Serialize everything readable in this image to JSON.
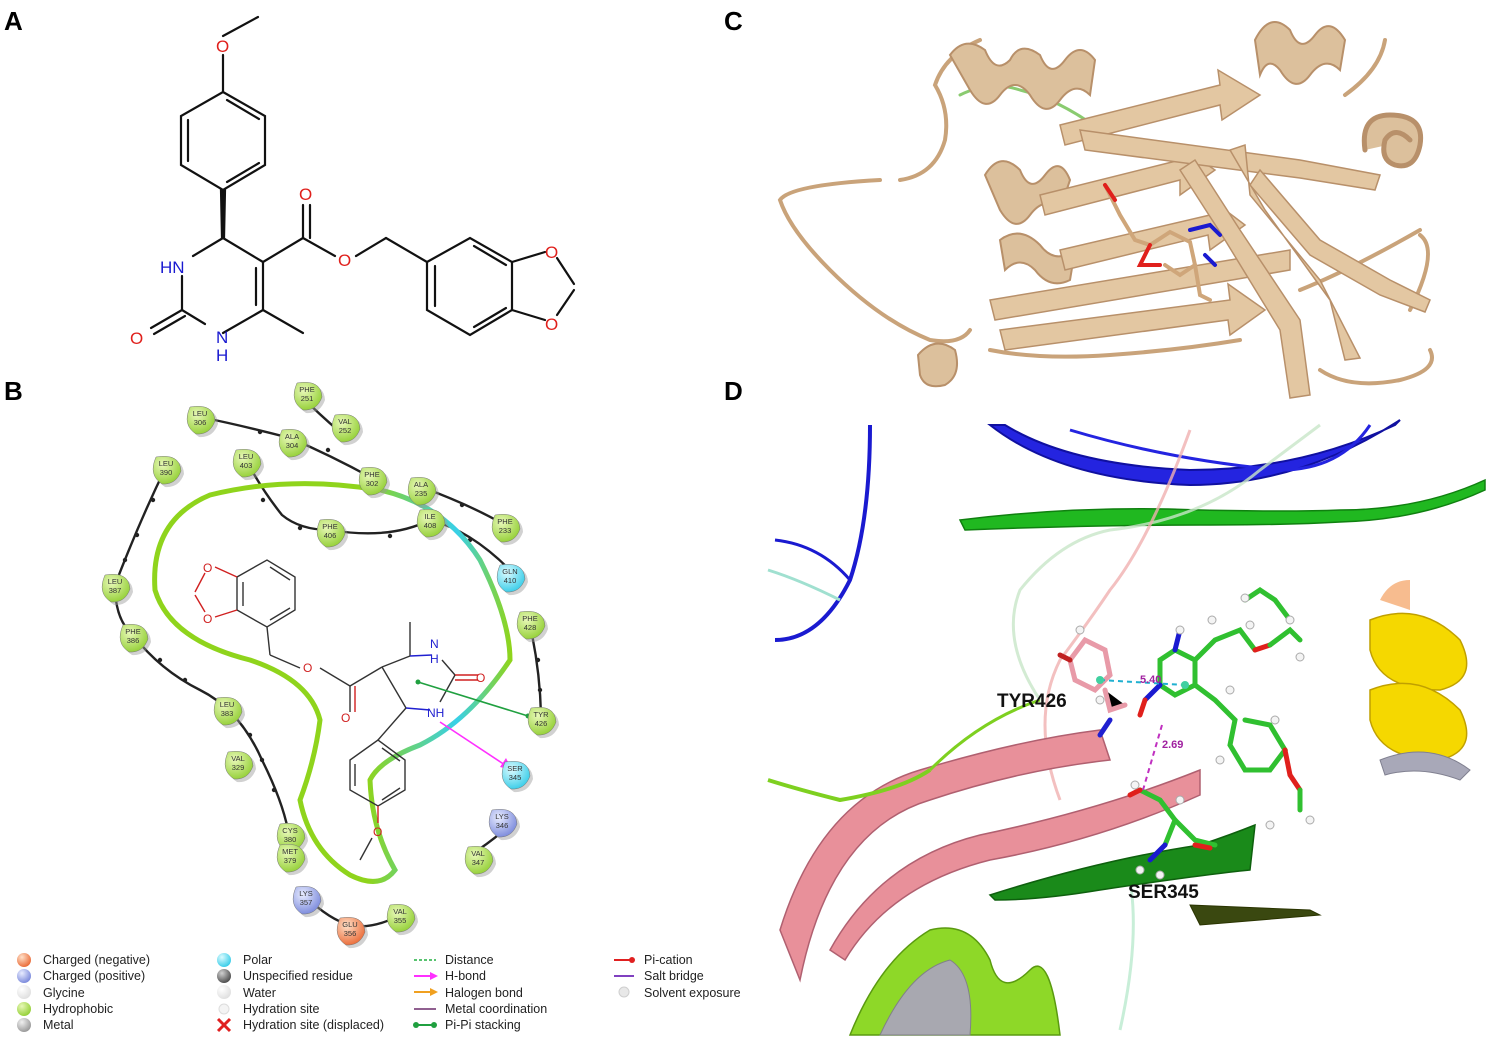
{
  "panels": {
    "a": "A",
    "b": "B",
    "c": "C",
    "d": "D"
  },
  "structure_a": {
    "atoms": {
      "methoxy_o": "O",
      "carbonyl_o": "O",
      "ester_o": "O",
      "ring_nh_top": "HN",
      "urea_o": "O",
      "ring_nh_bottom": "N",
      "ring_h_bottom": "H",
      "diox_o1": "O",
      "diox_o2": "O"
    }
  },
  "interaction_b": {
    "residues": [
      {
        "name": "PHE",
        "num": "251",
        "kind": "hydrophobic"
      },
      {
        "name": "VAL",
        "num": "252",
        "kind": "hydrophobic"
      },
      {
        "name": "LEU",
        "num": "306",
        "kind": "hydrophobic"
      },
      {
        "name": "ALA",
        "num": "304",
        "kind": "hydrophobic"
      },
      {
        "name": "LEU",
        "num": "390",
        "kind": "hydrophobic"
      },
      {
        "name": "LEU",
        "num": "403",
        "kind": "hydrophobic"
      },
      {
        "name": "PHE",
        "num": "302",
        "kind": "hydrophobic"
      },
      {
        "name": "ALA",
        "num": "235",
        "kind": "hydrophobic"
      },
      {
        "name": "PHE",
        "num": "233",
        "kind": "hydrophobic"
      },
      {
        "name": "PHE",
        "num": "406",
        "kind": "hydrophobic"
      },
      {
        "name": "ILE",
        "num": "408",
        "kind": "hydrophobic"
      },
      {
        "name": "GLN",
        "num": "410",
        "kind": "polar"
      },
      {
        "name": "LEU",
        "num": "387",
        "kind": "hydrophobic"
      },
      {
        "name": "PHE",
        "num": "428",
        "kind": "hydrophobic"
      },
      {
        "name": "PHE",
        "num": "386",
        "kind": "hydrophobic"
      },
      {
        "name": "LEU",
        "num": "383",
        "kind": "hydrophobic"
      },
      {
        "name": "TYR",
        "num": "426",
        "kind": "hydrophobic"
      },
      {
        "name": "VAL",
        "num": "329",
        "kind": "hydrophobic"
      },
      {
        "name": "SER",
        "num": "345",
        "kind": "polar"
      },
      {
        "name": "CYS",
        "num": "380",
        "kind": "hydrophobic"
      },
      {
        "name": "LYS",
        "num": "346",
        "kind": "positive"
      },
      {
        "name": "MET",
        "num": "379",
        "kind": "hydrophobic"
      },
      {
        "name": "VAL",
        "num": "347",
        "kind": "hydrophobic"
      },
      {
        "name": "LYS",
        "num": "357",
        "kind": "positive"
      },
      {
        "name": "GLU",
        "num": "356",
        "kind": "negative"
      },
      {
        "name": "VAL",
        "num": "355",
        "kind": "hydrophobic"
      }
    ],
    "ligand_atoms": {
      "nh_top": "N",
      "h_top": "H",
      "o_urea": "O",
      "nh_bottom": "NH",
      "o_ester": "O",
      "o_carbonyl": "O",
      "o_methoxy": "O",
      "o_diox1": "O",
      "o_diox2": "O"
    }
  },
  "legend": {
    "col1": [
      "Charged (negative)",
      "Charged (positive)",
      "Glycine",
      "Hydrophobic",
      "Metal"
    ],
    "col2": [
      "Polar",
      "Unspecified residue",
      "Water",
      "Hydration site",
      "Hydration site (displaced)"
    ],
    "col3": [
      "Distance",
      "H-bond",
      "Halogen bond",
      "Metal coordination",
      "Pi-Pi stacking"
    ],
    "col4": [
      "Pi-cation",
      "Salt bridge",
      "Solvent exposure"
    ]
  },
  "panel_d": {
    "tyr_label": "TYR426",
    "ser_label": "SER345",
    "pi_distance": "5.40",
    "hbond_distance": "2.69"
  },
  "colors": {
    "hydrophobic": "#9ed33a",
    "polar": "#3fd0e8",
    "positive": "#8090e0",
    "negative": "#f07a3a",
    "ribbon_tan": "#d4b48e",
    "heteroatom_o": "#e0201c",
    "heteroatom_n": "#1010e0"
  }
}
